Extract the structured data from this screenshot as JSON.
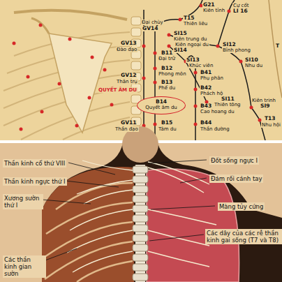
{
  "diagram": {
    "nodes": [
      {
        "text": [
          "B14",
          "Quyết âm du"
        ]
      }
    ],
    "labels": [
      "G21",
      "Kiên tỉnh",
      "Cự cốt",
      "LI 16",
      "T15",
      "Thiên liêu",
      "Đại chùy",
      "GV14",
      "SI15",
      "Kiên trung du",
      "Kiên ngoại du",
      "SI14",
      "SI12",
      "Bỉnh phong",
      "GV13",
      "Đào đạo",
      "B11",
      "Đại trữ",
      "SI13",
      "Khúc viên",
      "SI10",
      "Nhu du",
      "B12",
      "Phong môn",
      "B41",
      "Phụ phân",
      "GV12",
      "Thân trụ",
      "QUYẾT ÂM DU",
      "B13",
      "Phế du",
      "B42",
      "Phách hộ",
      "SI11",
      "Thiên tông",
      "Kiên trinh",
      "SI9",
      "B43",
      "Cao hoang du",
      "T13",
      "Nhu hội",
      "GV11",
      "Thần đạo",
      "B15",
      "Tâm du",
      "B44",
      "Thần đường",
      "T",
      "Thần kinh cổ thứ VIII",
      "Thần kinh ngực thứ I",
      "Xương sườn thứ I",
      "Các thần kinh gian sườn",
      "Đốt sống ngực I",
      "Đám rối cánh tay",
      "Màng tủy cứng",
      "Các dây của các rễ thần kinh gai sống (T7 và T8)"
    ]
  }
}
